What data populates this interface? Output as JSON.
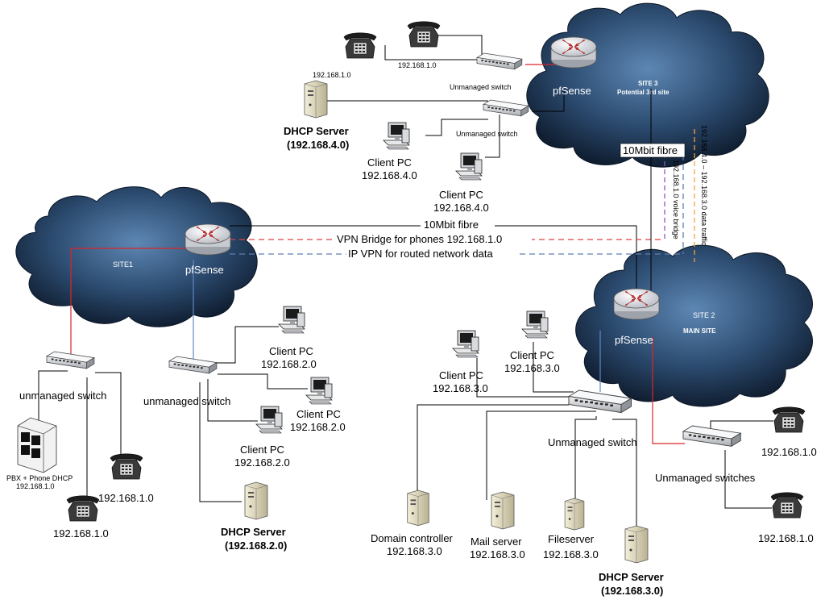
{
  "sites": {
    "site1": {
      "label": "SITE1",
      "router": "pfSense"
    },
    "site2": {
      "label": "SITE 2",
      "sublabel": "MAIN SITE",
      "router": "pfSense"
    },
    "site3": {
      "label": "SITE 3",
      "sublabel": "Potential 3rd site",
      "router": "pfSense"
    }
  },
  "links": {
    "fibre_site1": "10Mbit fibre",
    "fibre_site3": "10Mbit fibre",
    "vpn_bridge": "VPN Bridge for phones 192.168.1.0",
    "ip_vpn": "IP VPN for routed network data",
    "voice_bridge": "192.168.1.0 voice bridge",
    "data_traffic": "192.168.4.0 – 192.168.3.0 data traffic"
  },
  "site3_nodes": {
    "phone_a_ip": "192.168.1.0",
    "phone_b_ip": "192.168.1.0",
    "switch_a": "Unmanaged switch",
    "switch_b": "Unmanaged switch",
    "dhcp_name": "DHCP Server",
    "dhcp_ip": "(192.168.4.0)",
    "pc_a_name": "Client PC",
    "pc_a_ip": "192.168.4.0",
    "pc_b_name": "Client PC",
    "pc_b_ip": "192.168.4.0"
  },
  "site1_nodes": {
    "switch_phones": "unmanaged switch",
    "switch_data": "unmanaged switch",
    "pbx_name": "PBX + Phone DHCP",
    "pbx_ip": "192.168.1.0",
    "phone_a_ip": "192.168.1.0",
    "phone_b_ip": "192.168.1.0",
    "pc_a_name": "Client PC",
    "pc_a_ip": "192.168.2.0",
    "pc_b_name": "Client PC",
    "pc_b_ip": "192.168.2.0",
    "pc_c_name": "Client PC",
    "pc_c_ip": "192.168.2.0",
    "dhcp_name": "DHCP Server",
    "dhcp_ip": "(192.168.2.0)"
  },
  "site2_nodes": {
    "switch_main": "Unmanaged switch",
    "switch_phones": "Unmanaged switches",
    "pc_a_name": "Client PC",
    "pc_a_ip": "192.168.3.0",
    "pc_b_name": "Client PC",
    "pc_b_ip": "192.168.3.0",
    "dc_name": "Domain controller",
    "dc_ip": "192.168.3.0",
    "mail_name": "Mail server",
    "mail_ip": "192.168.3.0",
    "file_name": "Fileserver",
    "file_ip": "192.168.3.0",
    "dhcp_name": "DHCP Server",
    "dhcp_ip": "(192.168.3.0)",
    "phone_a_ip": "192.168.1.0",
    "phone_b_ip": "192.168.1.0"
  }
}
